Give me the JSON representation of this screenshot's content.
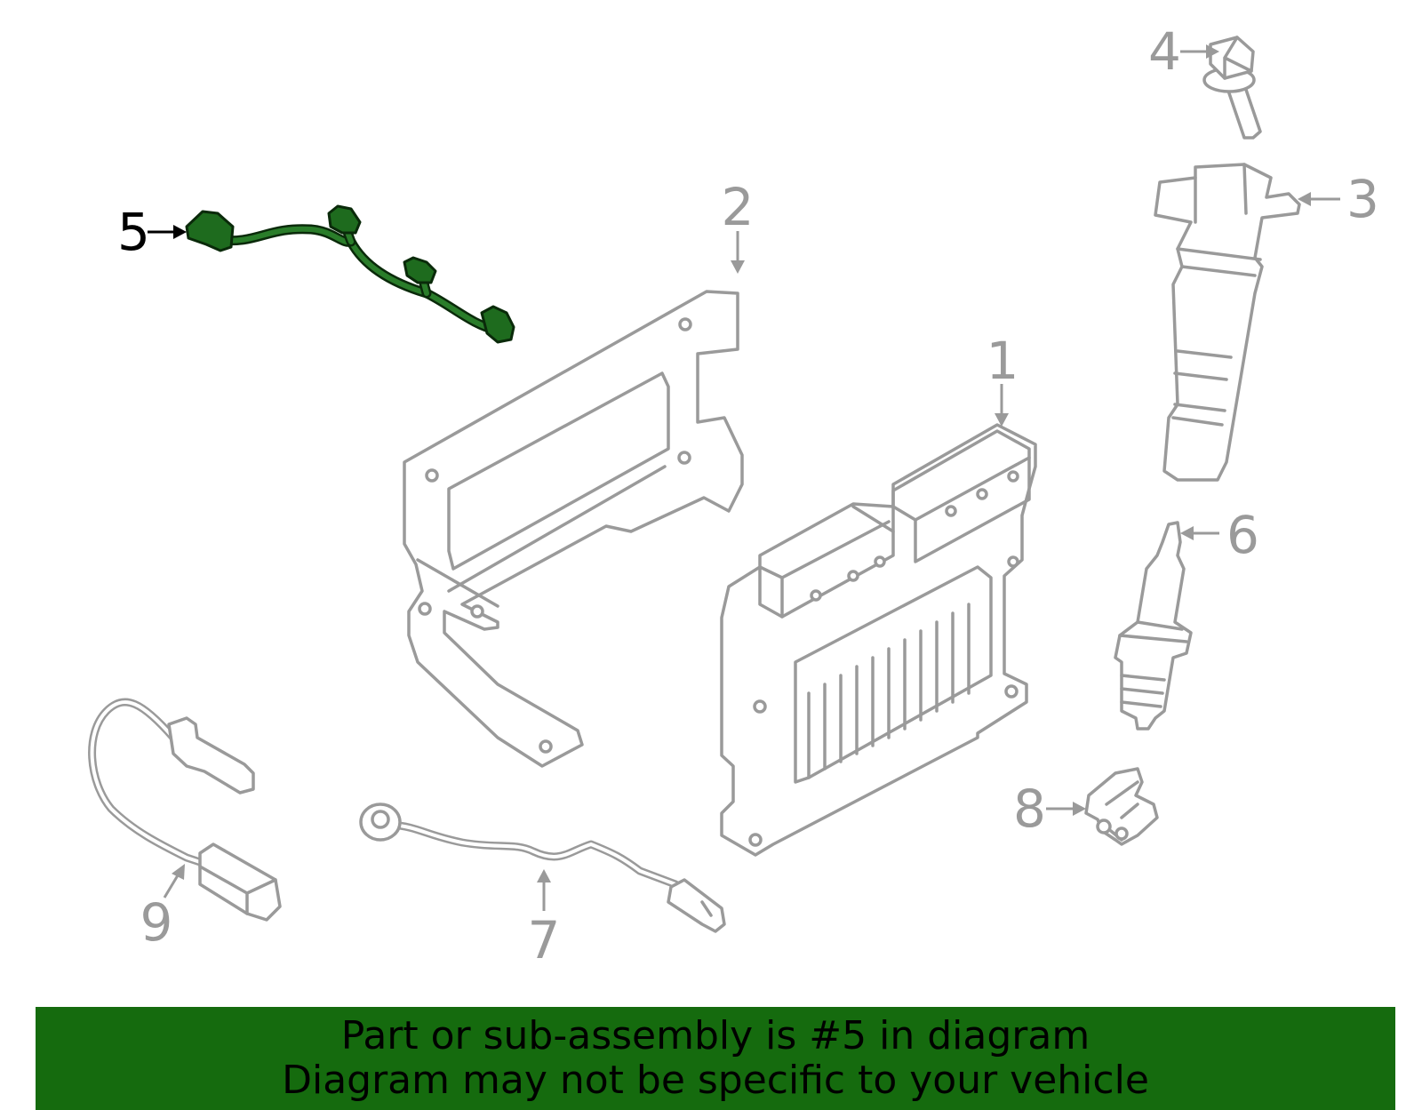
{
  "callouts": {
    "c1": "1",
    "c2": "2",
    "c3": "3",
    "c4": "4",
    "c5": "5",
    "c6": "6",
    "c7": "7",
    "c8": "8",
    "c9": "9"
  },
  "highlighted_part": "5",
  "colors": {
    "highlight": "#1e6b1e",
    "banner": "#156b0e",
    "part_outline": "#9a9a9a"
  },
  "banner": {
    "line1": "Part or sub-assembly is #5 in diagram",
    "line2": "Diagram may not be specific to your vehicle"
  }
}
